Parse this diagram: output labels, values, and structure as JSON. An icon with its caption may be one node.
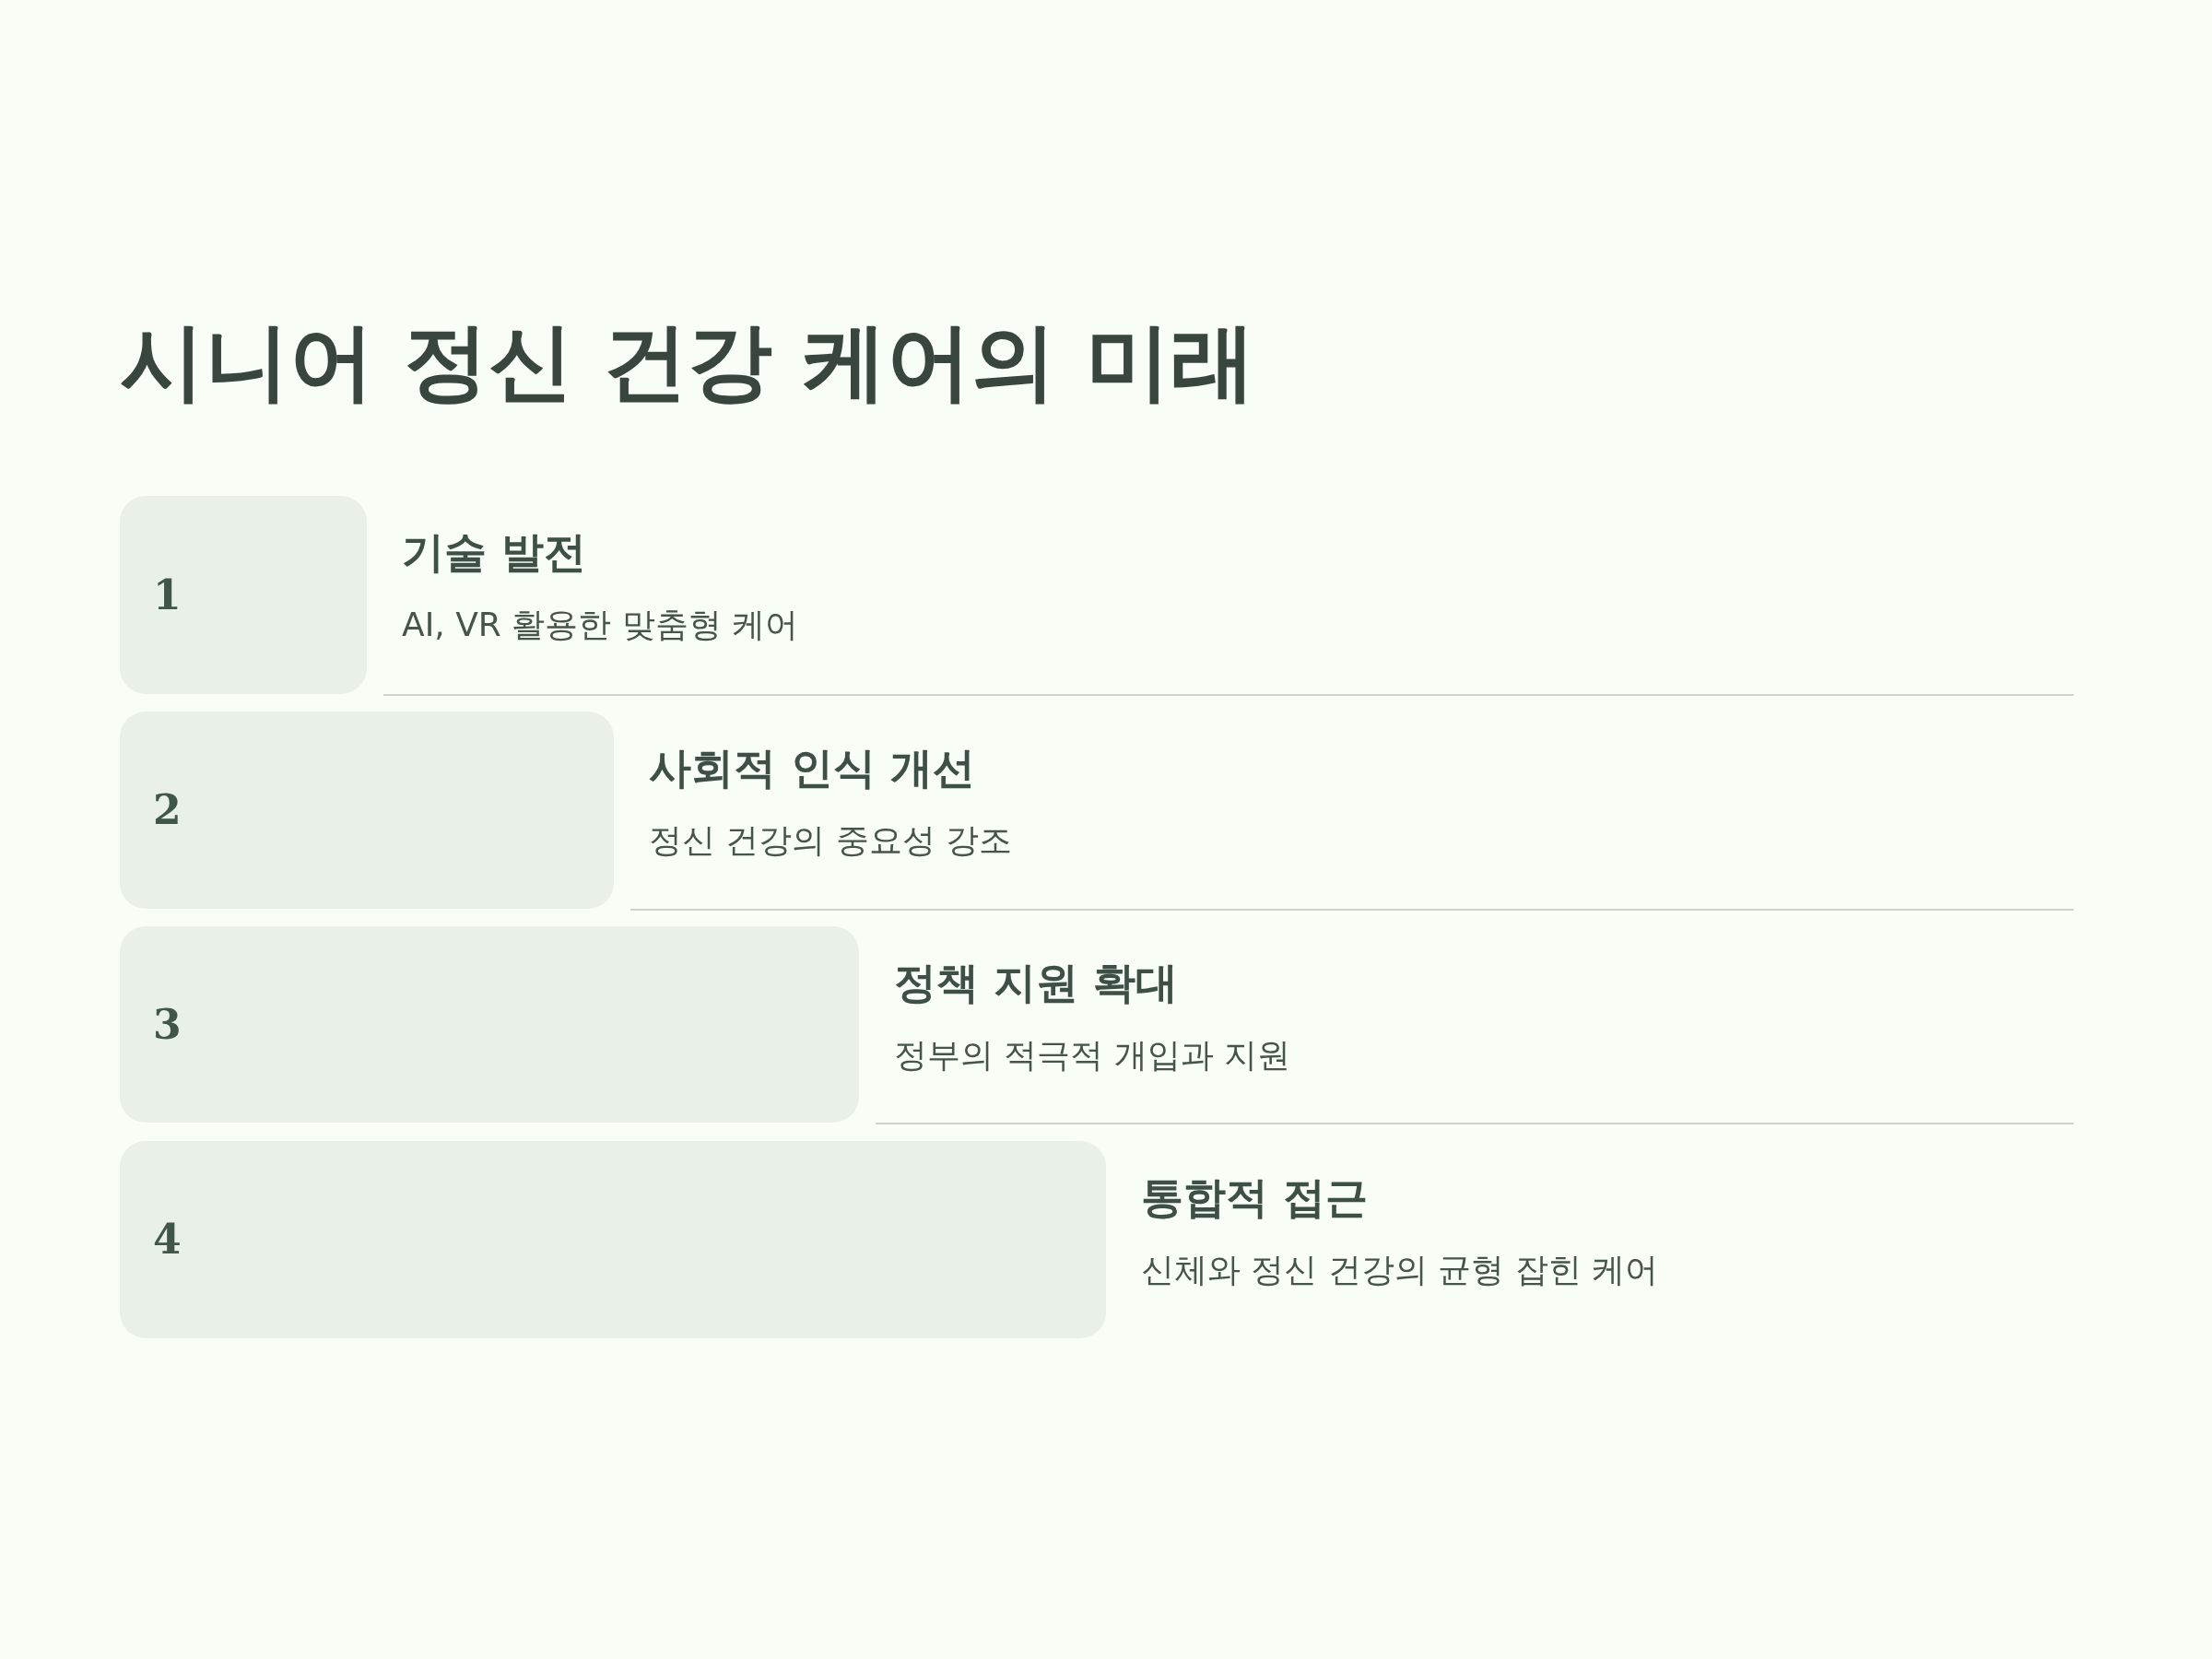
{
  "diagram": {
    "title": "시니어 정신 건강 케어의 미래",
    "nodes": [
      {
        "text": [
          "1"
        ],
        "beside": [
          "기술 발전",
          "AI, VR 활용한 맞춤형 케어"
        ]
      },
      {
        "text": [
          "2"
        ],
        "beside": [
          "사회적 인식 개선",
          "정신 건강의 중요성 강조"
        ]
      },
      {
        "text": [
          "3"
        ],
        "beside": [
          "정책 지원 확대",
          "정부의 적극적 개입과 지원"
        ]
      },
      {
        "text": [
          "4"
        ],
        "beside": [
          "통합적 접근",
          "신체와 정신 건강의 균형 잡힌 케어"
        ]
      }
    ]
  }
}
